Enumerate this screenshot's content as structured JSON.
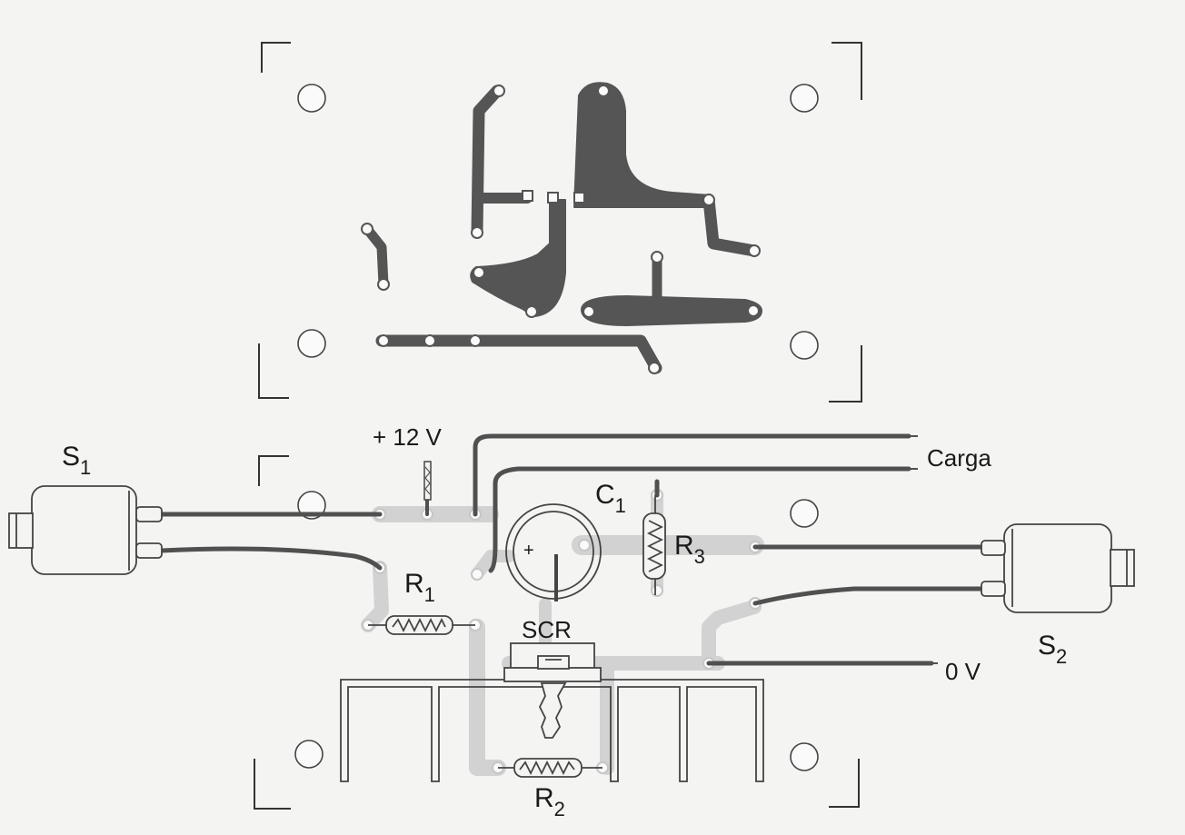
{
  "labels": {
    "switch1": {
      "main": "S",
      "sub": "1"
    },
    "switch2": {
      "main": "S",
      "sub": "2"
    },
    "capacitor": {
      "main": "C",
      "sub": "1"
    },
    "resistor1": {
      "main": "R",
      "sub": "1"
    },
    "resistor2": {
      "main": "R",
      "sub": "2"
    },
    "resistor3": {
      "main": "R",
      "sub": "3"
    },
    "supply": "+ 12 V",
    "ground": "0 V",
    "load": "Carga",
    "scr": "SCR",
    "cap_polarity": "+"
  },
  "colors": {
    "copper_trace": "#555555",
    "ghost_trace": "#d2d2d2",
    "wire": "#505050",
    "outline": "#333333",
    "paper": "#f4f4f2"
  }
}
